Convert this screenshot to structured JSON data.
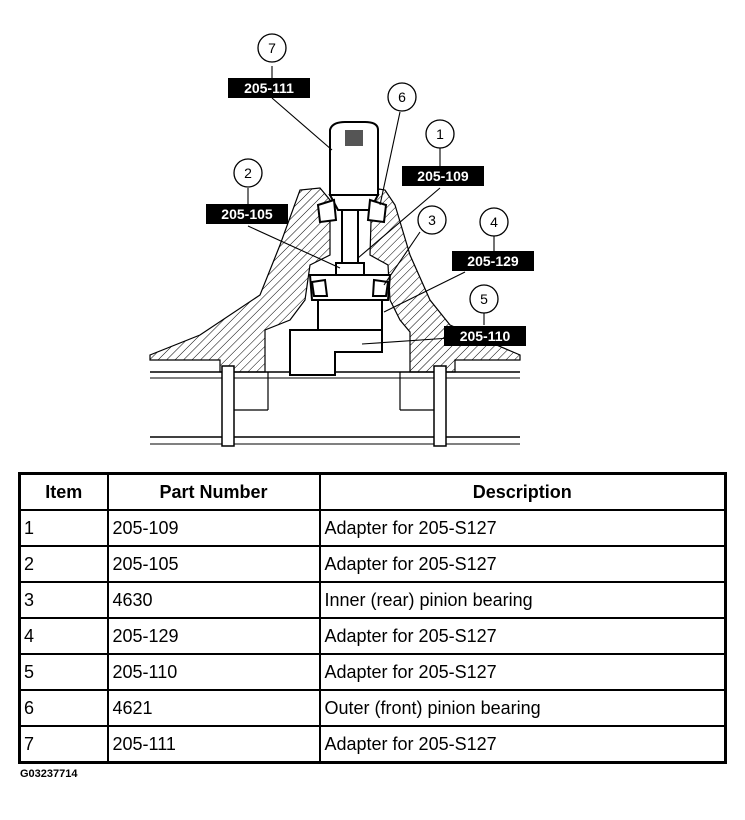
{
  "diagram": {
    "callouts": [
      {
        "number": "7",
        "tag": "205-111"
      },
      {
        "number": "6",
        "tag": ""
      },
      {
        "number": "1",
        "tag": "205-109"
      },
      {
        "number": "2",
        "tag": "205-105"
      },
      {
        "number": "3",
        "tag": ""
      },
      {
        "number": "4",
        "tag": "205-129"
      },
      {
        "number": "5",
        "tag": "205-110"
      }
    ]
  },
  "table": {
    "headers": [
      "Item",
      "Part Number",
      "Description"
    ],
    "rows": [
      [
        "1",
        "205-109",
        "Adapter for 205-S127"
      ],
      [
        "2",
        "205-105",
        "Adapter for 205-S127"
      ],
      [
        "3",
        "4630",
        "Inner (rear) pinion bearing"
      ],
      [
        "4",
        "205-129",
        "Adapter for 205-S127"
      ],
      [
        "5",
        "205-110",
        "Adapter for 205-S127"
      ],
      [
        "6",
        "4621",
        "Outer (front) pinion bearing"
      ],
      [
        "7",
        "205-111",
        "Adapter for 205-S127"
      ]
    ]
  },
  "figure_id": "G03237714"
}
